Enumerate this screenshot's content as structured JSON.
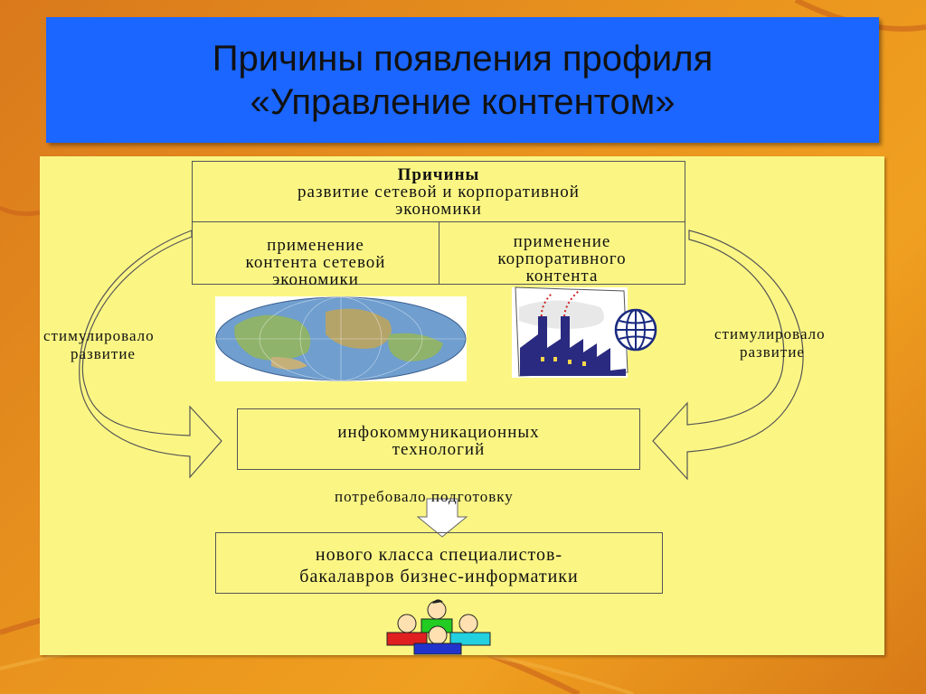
{
  "title": {
    "line1": "Причины появления профиля",
    "line2": "«Управление контентом»"
  },
  "reasons": {
    "heading": "Причины",
    "line1": "развитие сетевой и корпоративной",
    "line2": "экономики"
  },
  "network_content": {
    "line1": "применение",
    "line2": "контента сетевой",
    "line3": "экономики"
  },
  "corporate_content": {
    "line1": "применение",
    "line2": "корпоративного",
    "line3": "контента"
  },
  "left_arrow_label": {
    "line1": "стимулировало",
    "line2": "развитие"
  },
  "right_arrow_label": {
    "line1": "стимулировало",
    "line2": "развитие"
  },
  "ict": {
    "line1": "инфокоммуникационных",
    "line2": "технологий"
  },
  "demand_label": "потребовало подготовку",
  "specialists": {
    "line1": "нового класса специалистов-",
    "line2": "бакалавров бизнес-информатики"
  },
  "icons": [
    "world-map-icon",
    "factory-globe-icon",
    "people-group-icon"
  ],
  "colors": {
    "title_bg": "#1a66ff",
    "panel_bg": "#fbf684",
    "background": "#e8921e"
  }
}
